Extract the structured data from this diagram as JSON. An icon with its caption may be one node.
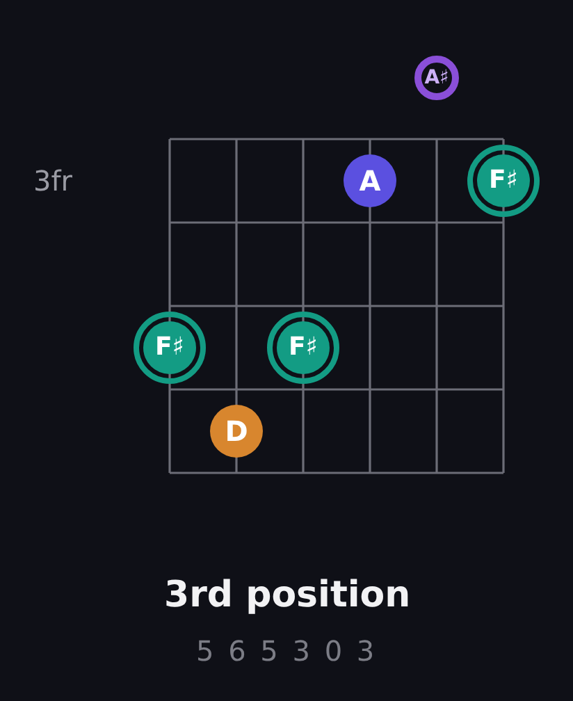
{
  "diagram": {
    "title": "3rd position",
    "caption": "5 6 5 3 0 3",
    "nodes": [
      {
        "text": [
          "A♯"
        ]
      },
      {
        "text": [
          "A"
        ]
      },
      {
        "text": [
          "F♯"
        ]
      },
      {
        "text": [
          "F♯"
        ]
      },
      {
        "text": [
          "F♯"
        ]
      },
      {
        "text": [
          "D"
        ]
      }
    ],
    "labels": [
      "3fr"
    ]
  }
}
